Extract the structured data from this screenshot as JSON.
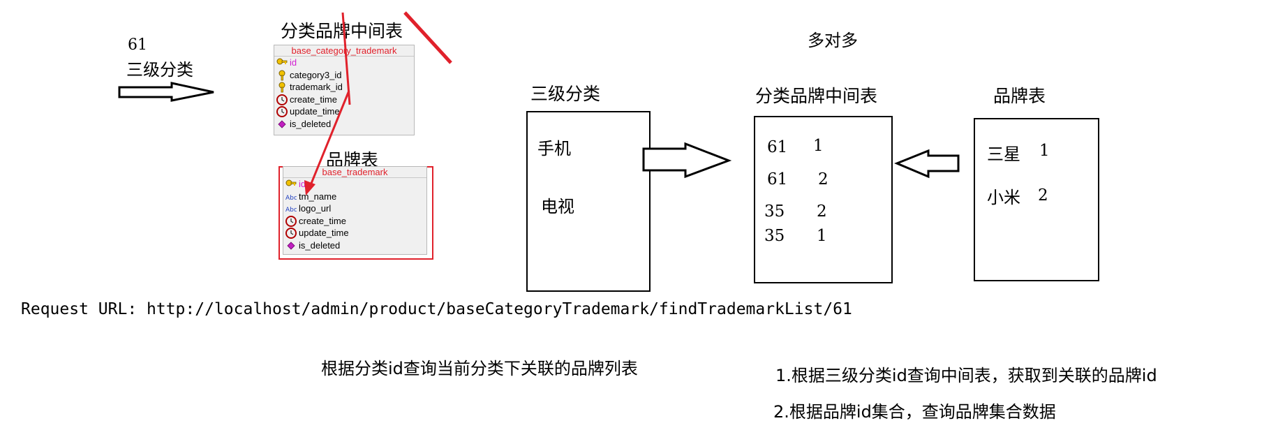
{
  "left_label": {
    "number": "61",
    "text": "三级分类"
  },
  "db_tables": {
    "middle": {
      "heading": "分类品牌中间表",
      "name": "base_category_trademark",
      "fields": [
        {
          "name": "id",
          "icon": "key-icon"
        },
        {
          "name": "category3_id",
          "icon": "index-icon"
        },
        {
          "name": "trademark_id",
          "icon": "index-icon"
        },
        {
          "name": "create_time",
          "icon": "clock-icon"
        },
        {
          "name": "update_time",
          "icon": "clock-icon"
        },
        {
          "name": "is_deleted",
          "icon": "diamond-icon"
        }
      ]
    },
    "trademark": {
      "heading": "品牌表",
      "name": "base_trademark",
      "fields": [
        {
          "name": "id",
          "icon": "key-icon"
        },
        {
          "name": "tm_name",
          "icon": "text-type-icon"
        },
        {
          "name": "logo_url",
          "icon": "text-type-icon"
        },
        {
          "name": "create_time",
          "icon": "clock-icon"
        },
        {
          "name": "update_time",
          "icon": "clock-icon"
        },
        {
          "name": "is_deleted",
          "icon": "diamond-icon"
        }
      ]
    }
  },
  "many_to_many": "多对多",
  "category_box": {
    "title": "三级分类",
    "items": [
      "手机",
      "电视"
    ]
  },
  "middle_box": {
    "title": "分类品牌中间表",
    "rows": [
      {
        "cat": "61",
        "tm": "1"
      },
      {
        "cat": "61",
        "tm": "2"
      },
      {
        "cat": "35",
        "tm": "2"
      },
      {
        "cat": "35",
        "tm": "1"
      }
    ]
  },
  "brand_box": {
    "title": "品牌表",
    "rows": [
      {
        "name": "三星",
        "id": "1"
      },
      {
        "name": "小米",
        "id": "2"
      }
    ]
  },
  "request_url": "Request URL: http://localhost/admin/product/baseCategoryTrademark/findTrademarkList/61",
  "notes": {
    "left": "根据分类id查询当前分类下关联的品牌列表",
    "step1": "1.根据三级分类id查询中间表，获取到关联的品牌id",
    "step2": "2.根据品牌id集合，查询品牌集合数据"
  },
  "colors": {
    "accent_red": "#e0212b",
    "pk_magenta": "#d11fd1"
  }
}
